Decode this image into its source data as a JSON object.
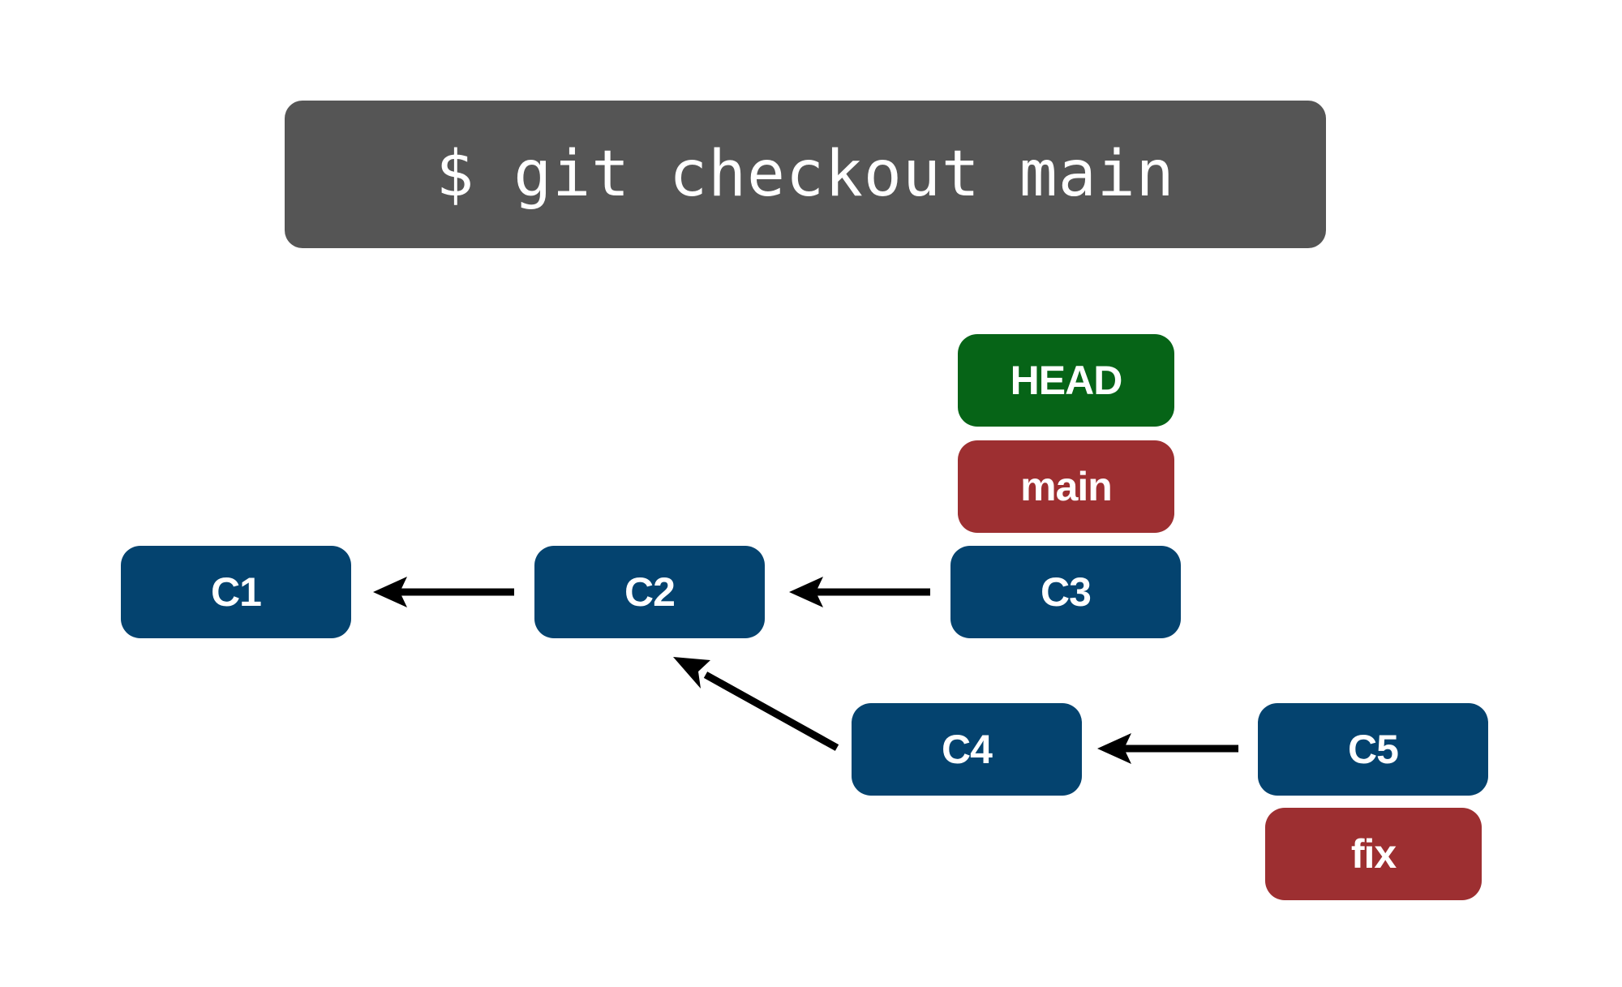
{
  "command": {
    "text": "$ git checkout main"
  },
  "commits": [
    {
      "id": "c1",
      "label": "C1"
    },
    {
      "id": "c2",
      "label": "C2"
    },
    {
      "id": "c3",
      "label": "C3"
    },
    {
      "id": "c4",
      "label": "C4"
    },
    {
      "id": "c5",
      "label": "C5"
    }
  ],
  "refs": [
    {
      "id": "head",
      "label": "HEAD",
      "target": "C3",
      "kind": "head"
    },
    {
      "id": "main",
      "label": "main",
      "target": "C3",
      "kind": "branch"
    },
    {
      "id": "fix",
      "label": "fix",
      "target": "C5",
      "kind": "branch"
    }
  ],
  "edges": [
    {
      "from": "C2",
      "to": "C1"
    },
    {
      "from": "C3",
      "to": "C2"
    },
    {
      "from": "C4",
      "to": "C2"
    },
    {
      "from": "C5",
      "to": "C4"
    }
  ],
  "colors": {
    "commit": "#04436f",
    "branch": "#9d2f31",
    "head": "#066417",
    "command_bg": "#555555",
    "arrow": "#000000"
  }
}
